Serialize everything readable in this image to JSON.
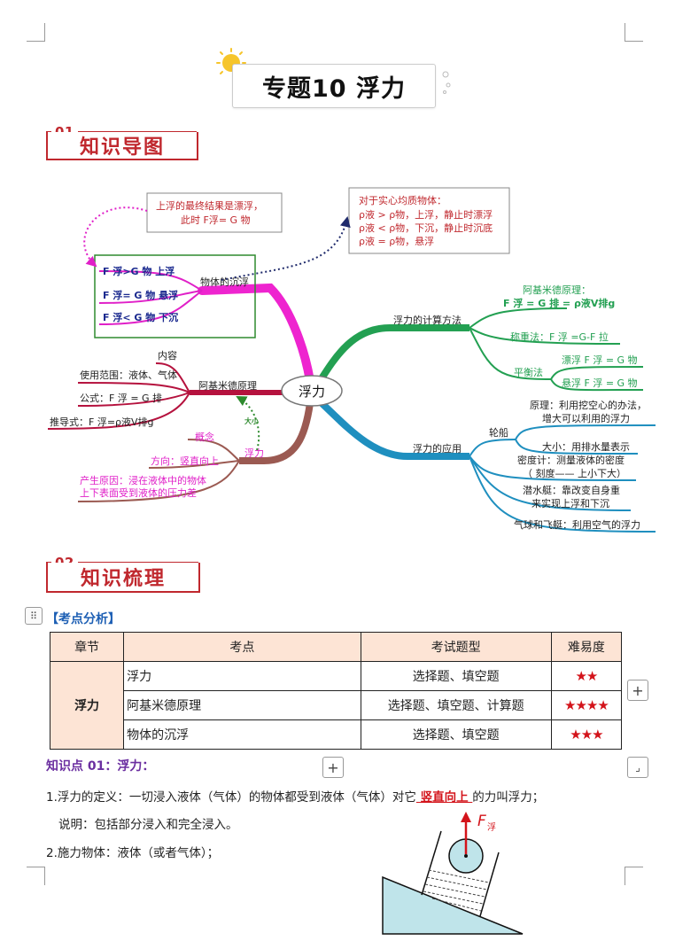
{
  "title": "专题10 浮力",
  "sections": [
    {
      "num": "01",
      "title": "知识导图"
    },
    {
      "num": "02",
      "title": "知识梳理"
    }
  ],
  "mindmap": {
    "center": "浮力",
    "note_top_left": [
      "上浮的最终结果是漂浮，",
      "此时  F浮= G 物"
    ],
    "note_top_right": [
      "对于实心均质物体：",
      "ρ液 > ρ物，上浮，静止时漂浮",
      "ρ液 < ρ物，下沉，静止时沉底",
      "ρ液 = ρ物，悬浮"
    ],
    "sink_float": {
      "label": "物体的沉浮",
      "items": [
        "F 浮>G 物  上浮",
        "F 浮= G 物  悬浮",
        "F 浮< G 物  下沉"
      ]
    },
    "archimedes": {
      "label": "阿基米德原理",
      "items": [
        "内容",
        "使用范围：液体、气体",
        "公式：F 浮 = G 排",
        "推导式：F 浮=ρ液V排g"
      ]
    },
    "buoyancy_def": {
      "label": "浮力",
      "arrow_label": "大小",
      "items": [
        "概念",
        "方向：竖直向上",
        "产生原因：浸在液体中的物体",
        "上下表面受到液体的压力差"
      ]
    },
    "calc": {
      "label": "浮力的计算方法",
      "items": [
        "阿基米德原理：",
        "F 浮 = G 排 = ρ液V排g",
        "称重法：F 浮 =G-F 拉",
        "平衡法",
        "漂浮  F 浮 = G 物",
        "悬浮  F 浮 = G 物"
      ]
    },
    "app": {
      "label": "浮力的应用",
      "ship": "轮船",
      "items": [
        "原理：利用挖空心的办法，",
        "增大可以利用的浮力",
        "大小：用排水量表示",
        "密度计：测量液体的密度",
        "（ 刻度—— 上小下大）",
        "潜水艇：靠改变自身重",
        "来实现上浮和下沉",
        "气球和飞艇：利用空气的浮力"
      ]
    }
  },
  "analysis": {
    "heading": "【考点分析】",
    "headers": [
      "章节",
      "考点",
      "考试题型",
      "难易度"
    ],
    "chapter": "浮力",
    "rows": [
      {
        "point": "浮力",
        "type": "选择题、填空题",
        "stars": "★★"
      },
      {
        "point": "阿基米德原理",
        "type": "选择题、填空题、计算题",
        "stars": "★★★★"
      },
      {
        "point": "物体的沉浮",
        "type": "选择题、填空题",
        "stars": "★★★"
      }
    ]
  },
  "knowledge": {
    "point_title": "知识点 01：浮力：",
    "line1_pre": "1.浮力的定义：一切浸入液体（气体）的物体都受到液体（气体）对它",
    "line1_blank": " 竖直向上 ",
    "line1_post": "的力叫浮力；",
    "line2": "说明：包括部分浸入和完全浸入。",
    "line3": "2.施力物体：液体（或者气体）；",
    "figure_label_F": "F",
    "figure_label_sub": "浮"
  },
  "buttons": {
    "plus": "+",
    "handle": "⠿",
    "corner": "⌟"
  },
  "colors": {
    "accent": "#c0282e",
    "magenta": "#e020c8",
    "crimson": "#b5123e",
    "brown": "#9b5a52",
    "green": "#23a052",
    "blue": "#1f8fbf"
  }
}
